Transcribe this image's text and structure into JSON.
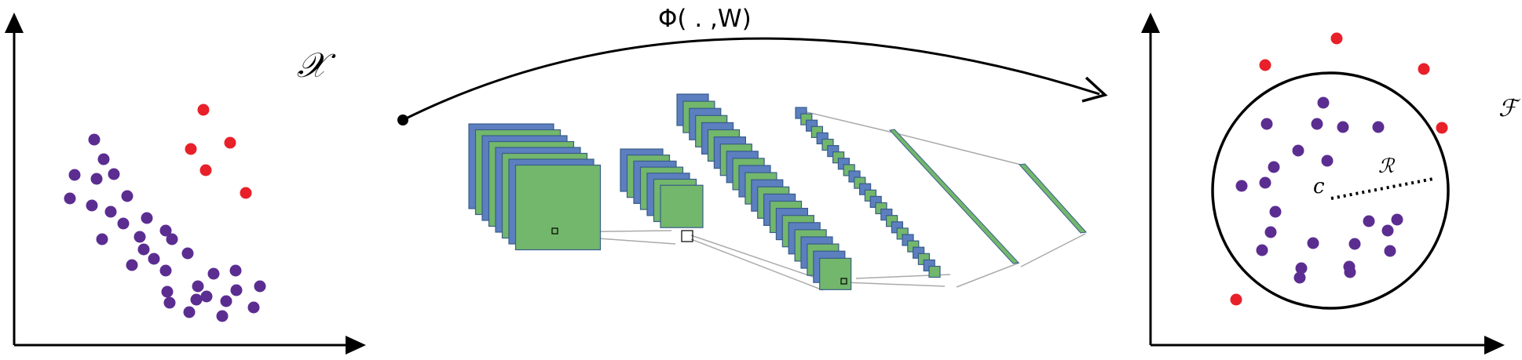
{
  "labels": {
    "input_space": "𝒳",
    "mapping": "Φ( . ,W)",
    "feature_space": "ℱ",
    "center": "c",
    "radius": "ℛ"
  },
  "colors": {
    "normal_points": "#5b2d91",
    "anomaly_points": "#e8202a",
    "layer_blue": "#5b7fbf",
    "layer_green": "#72b76b",
    "axis": "#000000"
  }
}
